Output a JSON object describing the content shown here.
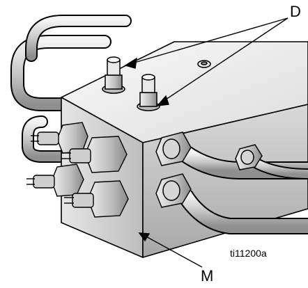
{
  "callouts": {
    "d": "D",
    "m": "M"
  },
  "figure_id": "ti11200a",
  "colors": {
    "outline": "#000000",
    "metal_light": "#f2f2f2",
    "metal_mid": "#cfcfcf",
    "metal_dark": "#9a9a9a",
    "background": "#ffffff"
  }
}
